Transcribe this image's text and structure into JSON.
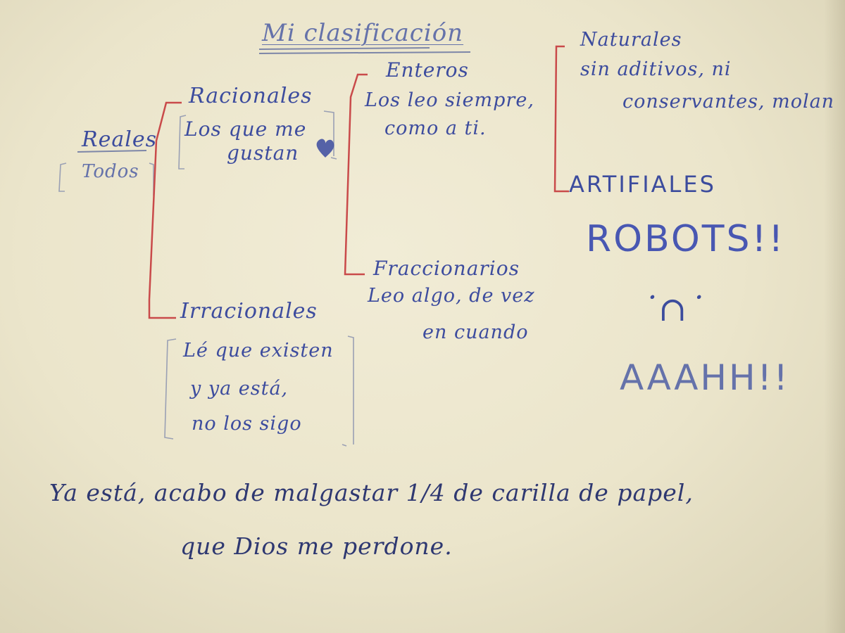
{
  "title": "Mi clasificación",
  "reales": {
    "heading": "Reales",
    "note": "Todos"
  },
  "racionales": {
    "heading": "Racionales",
    "note_line1": "Los que me",
    "note_line2": "gustan"
  },
  "enteros": {
    "heading": "Enteros",
    "note_line1": "Los leo siempre,",
    "note_line2": "como a ti."
  },
  "fraccionarios": {
    "heading": "Fraccionarios",
    "note_line1": "Leo algo, de vez",
    "note_line2": "en cuando"
  },
  "naturales": {
    "heading": "Naturales",
    "note_line1": "sin aditivos, ni",
    "note_line2": "conservantes, molan"
  },
  "artificiales": {
    "heading": "ARTIFIALES",
    "robots": "ROBOTS!!",
    "face": "˙∩˙",
    "scream": "AAAHH!!"
  },
  "irracionales": {
    "heading": "Irracionales",
    "note_line1": "Lé que existen",
    "note_line2": "y ya está,",
    "note_line3": "no los sigo"
  },
  "footer": {
    "line1": "Ya está, acabo de malgastar 1/4 de carilla de papel,",
    "line2": "que Dios me perdone."
  },
  "colors": {
    "paper": "#ebe5cb",
    "blue_ink": "#2e3f9a",
    "red_ink": "#c94a4a",
    "pencil": "#9aa0b4"
  }
}
